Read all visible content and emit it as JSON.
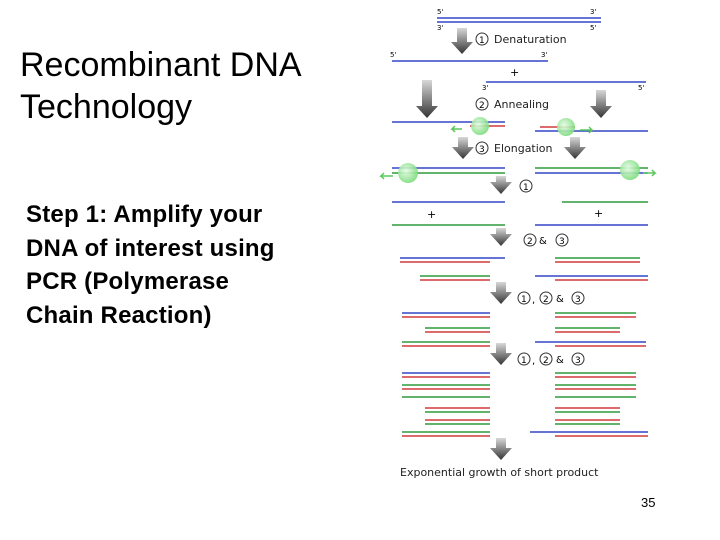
{
  "slide": {
    "title_line1": "Recombinant DNA",
    "title_line2": "Technology",
    "subtitle_line1": "Step 1: Amplify your",
    "subtitle_line2": "DNA of interest using",
    "subtitle_line3": "PCR (Polymerase",
    "subtitle_line4": "Chain Reaction)",
    "slide_number": "35"
  },
  "diagram": {
    "end_5": "5'",
    "end_3": "3'",
    "plus": "+",
    "step1_num": "1",
    "step1_label": "Denaturation",
    "step2_num": "2",
    "step2_label": "Annealing",
    "step3_num": "3",
    "step3_label": "Elongation",
    "cycle_a_num1": "1",
    "cycle_b_num1": "2",
    "cycle_b_amp": "&",
    "cycle_b_num2": "3",
    "cycle_c_num1": "1",
    "cycle_c_sep": ",",
    "cycle_c_num2": "2",
    "cycle_c_amp": "&",
    "cycle_c_num3": "3",
    "cycle_d_num1": "1",
    "cycle_d_sep": ",",
    "cycle_d_num2": "2",
    "cycle_d_amp": "&",
    "cycle_d_num3": "3",
    "caption": "Exponential growth of short product",
    "colors": {
      "strand_blue": "#3346c8",
      "strand_red": "#d23a3a",
      "strand_green": "#2f9a3a",
      "arrow": "#4a4a4a",
      "polymerase": "#9be89b"
    }
  }
}
